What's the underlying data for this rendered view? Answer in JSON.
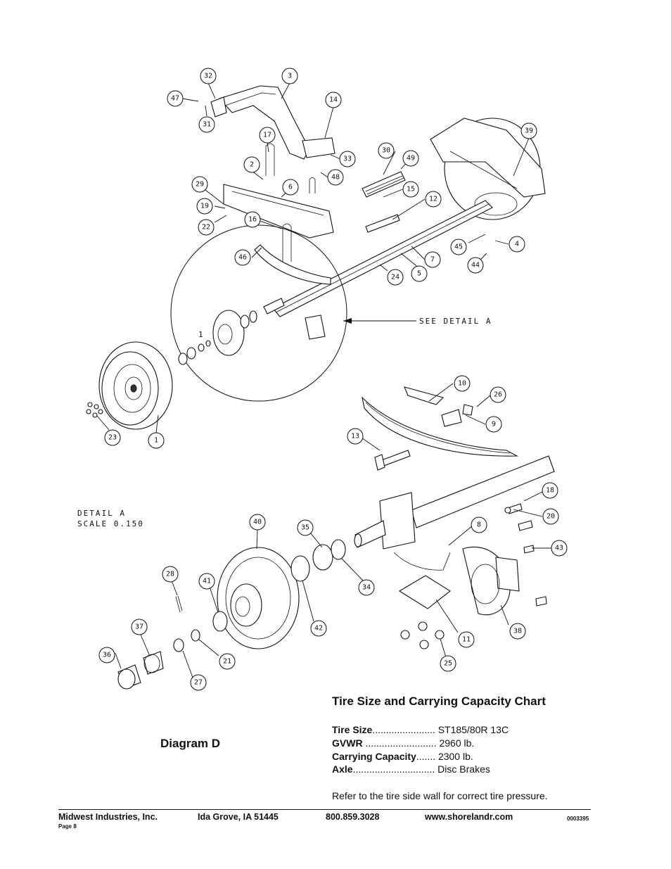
{
  "callouts": [
    "32",
    "3",
    "47",
    "14",
    "31",
    "17",
    "33",
    "39",
    "30",
    "49",
    "2",
    "48",
    "29",
    "6",
    "15",
    "19",
    "12",
    "22",
    "16",
    "45",
    "4",
    "46",
    "7",
    "44",
    "24",
    "5",
    "1",
    "23",
    "10",
    "26",
    "9",
    "13",
    "18",
    "20",
    "40",
    "8",
    "35",
    "43",
    "28",
    "41",
    "34",
    "42",
    "38",
    "37",
    "11",
    "36",
    "21",
    "27",
    "25"
  ],
  "detail_reference": "SEE DETAIL  A",
  "detail_label": "DETAIL  A",
  "detail_scale": "SCALE  0.150",
  "hub_mark": "1",
  "diagram_label": "Diagram D",
  "chart": {
    "title": "Tire Size and Carrying Capacity Chart",
    "rows": [
      {
        "label": "Tire Size",
        "dots": ".......................",
        "value": "ST185/80R 13C"
      },
      {
        "label": "GVWR",
        "dots": " ..........................",
        "value": "2960 lb."
      },
      {
        "label": "Carrying Capacity",
        "dots": ".......",
        "value": "2300 lb."
      },
      {
        "label": "Axle",
        "dots": "..............................",
        "value": "Disc Brakes"
      }
    ],
    "note": "Refer to the tire side wall for correct tire pressure."
  },
  "footer": {
    "company": "Midwest Industries, Inc.",
    "city": "Ida Grove, IA  51445",
    "phone": "800.859.3028",
    "website": "www.shorelandr.com",
    "page": "Page 8",
    "doc_number": "0003395"
  }
}
